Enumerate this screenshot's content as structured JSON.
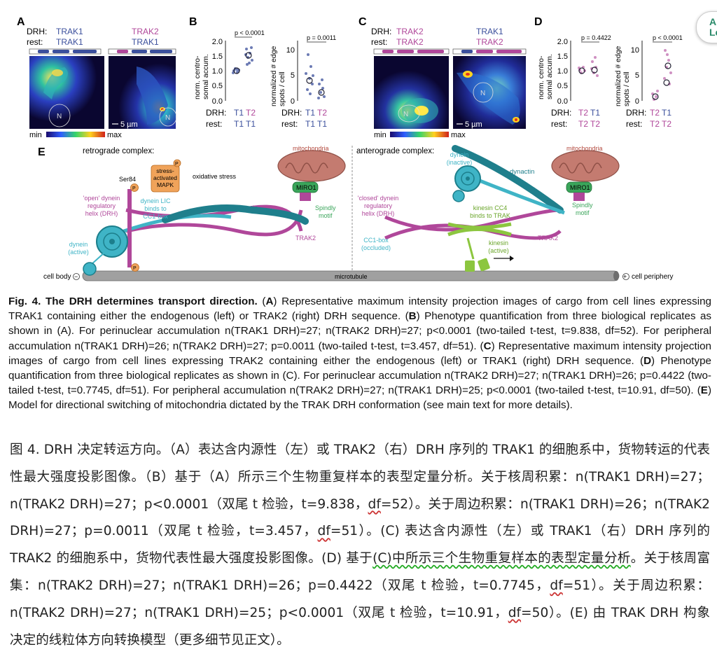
{
  "panels": {
    "A": {
      "letter": "A",
      "drh_label": "DRH:",
      "rest_label": "rest:",
      "left": {
        "drh": "TRAK1",
        "rest": "TRAK1"
      },
      "right": {
        "drh": "TRAK2",
        "rest": "TRAK1"
      },
      "nucleus": "N",
      "scale": "5 µm",
      "cbar_min": "min",
      "cbar_max": "max"
    },
    "B": {
      "letter": "B",
      "p1": "p < 0.0001",
      "p2": "p = 0.0011",
      "ylabel1": "norm. centro-\nsomal accum.",
      "ylabel2": "normalized # edge\nspots / cell",
      "yticks1": [
        "2.0",
        "1.5",
        "1.0",
        "0.5",
        "0.0"
      ],
      "yticks2": [
        "10",
        "5",
        "0"
      ],
      "drh_label": "DRH:",
      "rest_label": "rest:",
      "drh": [
        "T1",
        "T2"
      ],
      "rest": [
        "T1",
        "T1"
      ]
    },
    "C": {
      "letter": "C",
      "drh_label": "DRH:",
      "rest_label": "rest:",
      "left": {
        "drh": "TRAK2",
        "rest": "TRAK2"
      },
      "right": {
        "drh": "TRAK1",
        "rest": "TRAK2"
      },
      "nucleus": "N",
      "scale": "5 µm",
      "cbar_min": "min",
      "cbar_max": "max"
    },
    "D": {
      "letter": "D",
      "p1": "p = 0.4422",
      "p2": "p < 0.0001",
      "ylabel1": "norm. centro-\nsomal accum.",
      "ylabel2": "normalized # edge\nspots / cell",
      "yticks1": [
        "2.0",
        "1.5",
        "1.0",
        "0.5",
        "0.0"
      ],
      "yticks2": [
        "10",
        "5",
        "0"
      ],
      "drh_label": "DRH:",
      "rest_label": "rest:",
      "drh": [
        "T2",
        "T1"
      ],
      "rest": [
        "T2",
        "T2"
      ]
    },
    "E": {
      "letter": "E",
      "retro_title": "retrograde complex:",
      "antero_title": "anterograde complex:",
      "ser84": "Ser84",
      "p_mark": "P",
      "mapk": "stress-\nactivated\nMAPK",
      "oxidative": "oxidative stress",
      "open_helix": "'open' dynein\nregulatory\nhelix (DRH)",
      "dynein_lic": "dynein LIC\nbinds to\nCC1-box",
      "dynactin": "dynactin",
      "mitochondria": "mitochondria",
      "miro": "MIRO1",
      "spindly": "Spindly\nmotif",
      "trak2": "TRAK2",
      "dynein_active": "dynein\n(active)",
      "cell_body": "cell body",
      "microtubule": "microtubule",
      "cell_periphery": "cell periphery",
      "minus": "−",
      "plus": "+",
      "closed_helix": "'closed' dynein\nregulatory\nhelix (DRH)",
      "cc1_occluded": "CC1-box\n(occluded)",
      "dynein_inactive": "dynein\n(inactive)",
      "kinesin_cc4": "kinesin CC4\nbinds to TRAK",
      "kinesin_active": "kinesin\n(active)"
    }
  },
  "caption_en": {
    "title": "Fig. 4. The DRH determines transport direction.",
    "A": "A",
    "t_A": "Representative maximum intensity projection images of cargo from cell lines expressing TRAK1 containing either the endogenous (left) or TRAK2 (right) DRH sequence.",
    "B": "B",
    "t_B": "Phenotype quantification from three biological replicates as shown in (A). For perinuclear accumulation n(TRAK1 DRH)=27; n(TRAK2 DRH)=27; p<0.0001 (two-tailed t-test, t=9.838, df=52). For peripheral accumulation n(TRAK1 DRH)=26; n(TRAK2 DRH)=27; p=0.0011 (two-tailed t-test, t=3.457, df=51).",
    "C": "C",
    "t_C": "Representative maximum intensity projection images of cargo from cell lines expressing TRAK2 containing either the endogenous (left) or TRAK1 (right) DRH sequence.",
    "D": "D",
    "t_D": "Phenotype quantification from three biological replicates as shown in (C). For perinuclear accumulation n(TRAK2 DRH)=27; n(TRAK1 DRH)=26; p=0.4422 (two-tailed t-test, t=0.7745, df=51). For peripheral accumulation n(TRAK2 DRH)=27; n(TRAK1 DRH)=25; p<0.0001 (two-tailed t-test, t=10.91, df=50).",
    "E": "E",
    "t_E": "Model for directional switching of mitochondria dictated by the TRAK DRH conformation (see main text for more details)."
  },
  "caption_zh": {
    "p1": "图 4. DRH 决定转运方向。（A）表达含内源性（左）或 TRAK2（右）DRH 序列的 TRAK1 的细胞系中，货物转运的代表性最大强度投影图像。（B）基于（A）所示三个生物重复样本的表型定量分析。关于核周积累：n(TRAK1 DRH)=27；n(TRAK2 DRH)=27；p<0.0001（双尾 t 检验，t=9.838，",
    "df1": "df",
    "p2": "=52）。关于周边积累：n(TRAK1 DRH)=26；n(TRAK2 DRH)=27；p=0.0011（双尾 t 检验，t=3.457，",
    "df2": "df",
    "p3": "=51）。(C) 表达含内源性（左）或 TRAK1（右）DRH 序列的 TRAK2 的细胞系中，货物代表性最大强度投影图像。(D) 基于",
    "green": "(C)中所示三个生物重复样本的表型定量分析",
    "p4": "。关于核周富集：n(TRAK2 DRH)=27；n(TRAK1 DRH)=26；p=0.4422（双尾 t 检验，t=0.7745，",
    "df3": "df",
    "p5": "=51）。关于周边积累：n(TRAK2 DRH)=27；n(TRAK1 DRH)=25；p<0.0001（双尾 t 检验，t=10.91，",
    "df4": "df",
    "p6": "=50）。(E) 由 TRAK DRH 构象决定的线粒体方向转换模型（更多细节见正文）。"
  },
  "badge": "A\nLe",
  "colors": {
    "trak1": "#3b4f9c",
    "trak2": "#b0479a",
    "dynein": "#3fb4c6",
    "dynactin": "#1f7f8c",
    "mito": "#c47b70",
    "miro": "#3aa55a",
    "kinesin": "#8cc63f",
    "mapk": "#f0a35a",
    "microtubule": "#9a9a9a"
  }
}
